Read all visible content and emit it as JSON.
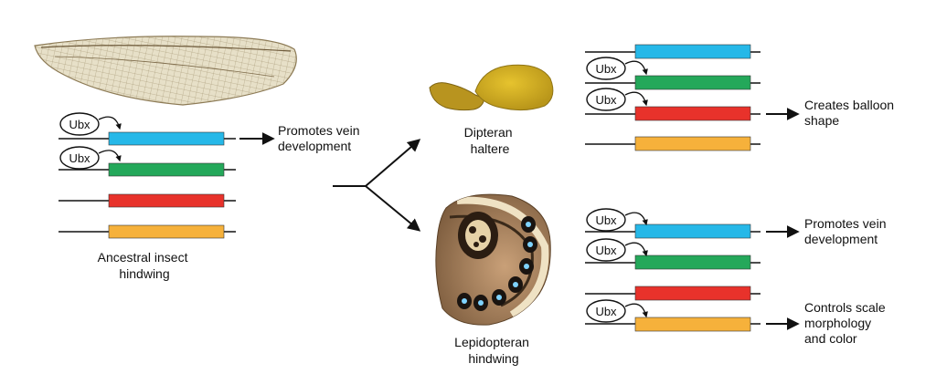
{
  "ancestral": {
    "caption": [
      "Ancestral insect",
      "hindwing"
    ],
    "effect": [
      "Promotes vein",
      "development"
    ],
    "ubx_label": "Ubx"
  },
  "dipteran": {
    "caption": [
      "Dipteran",
      "haltere"
    ],
    "effect": [
      "Creates balloon",
      "shape"
    ],
    "ubx_label": "Ubx"
  },
  "lepidopteran": {
    "caption": [
      "Lepidopteran",
      "hindwing"
    ],
    "effect_1": [
      "Promotes vein",
      "development"
    ],
    "effect_2": [
      "Controls scale",
      "morphology",
      "and color"
    ],
    "ubx_label": "Ubx"
  },
  "gene_colors": {
    "blue": "#26b8e8",
    "green": "#24a85a",
    "red": "#e8322b",
    "orange": "#f6b13b"
  }
}
